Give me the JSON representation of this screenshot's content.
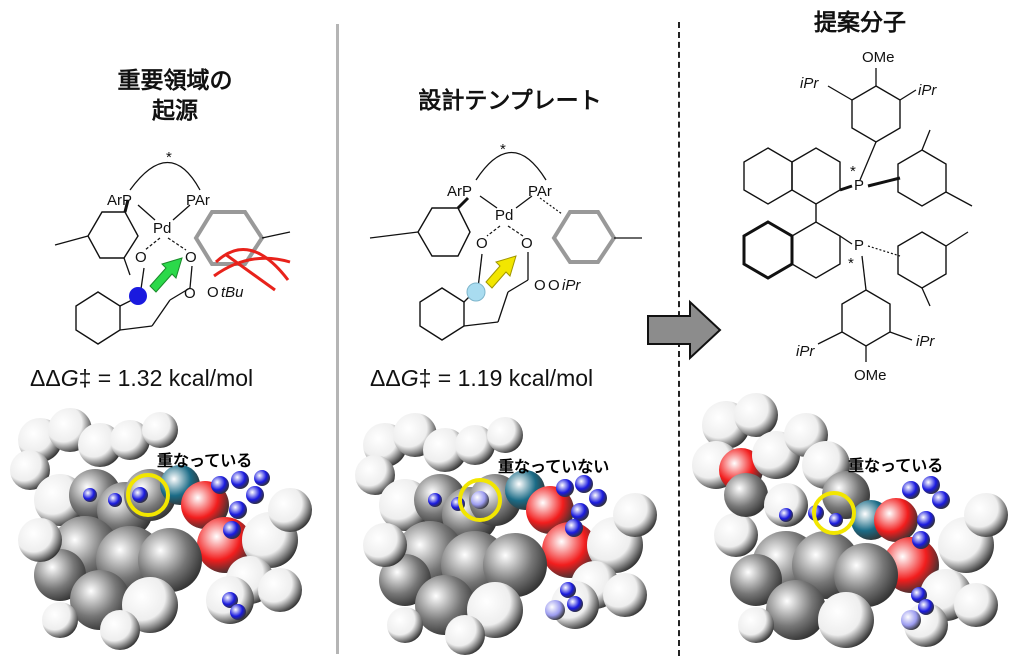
{
  "panels": [
    {
      "title_line1": "重要領域の",
      "title_line2": "起源",
      "ddg_prefix": "ΔΔ",
      "ddg_g": "G",
      "ddg_value": "‡ = 1.32 kcal/mol",
      "overlap_label": "重なっている",
      "mol": {
        "star": "*",
        "arp": "ArP",
        "par": "PAr",
        "pd": "Pd",
        "o1": "O",
        "o2": "O",
        "o3": "O",
        "ester_o": "O",
        "ester_group": "tBu"
      }
    },
    {
      "title": "設計テンプレート",
      "ddg_prefix": "ΔΔ",
      "ddg_g": "G",
      "ddg_value": "‡ = 1.19 kcal/mol",
      "overlap_label": "重なっていない",
      "mol": {
        "star": "*",
        "arp": "ArP",
        "par": "PAr",
        "pd": "Pd",
        "o1": "O",
        "o2": "O",
        "o3": "O",
        "ester_o": "O",
        "ester_group": "iPr"
      }
    },
    {
      "title": "提案分子",
      "overlap_label": "重なっている",
      "mol": {
        "ome_top": "OMe",
        "ome_bottom": "OMe",
        "ipr": "iPr",
        "p": "P",
        "star": "*"
      }
    }
  ],
  "colors": {
    "highlight_ring": "#f2e600",
    "arrow_green": "#2bd94a",
    "arrow_yellow": "#f2e600",
    "clash_red": "#e8221b",
    "atom_blue": "#1a1adf",
    "atom_red": "#f21d1d",
    "atom_pd": "#1a6b86",
    "atom_gray": "#777777",
    "atom_white": "#eeeeee",
    "big_arrow": "#8c8c8c"
  },
  "icons": [
    "next-arrow-icon"
  ]
}
